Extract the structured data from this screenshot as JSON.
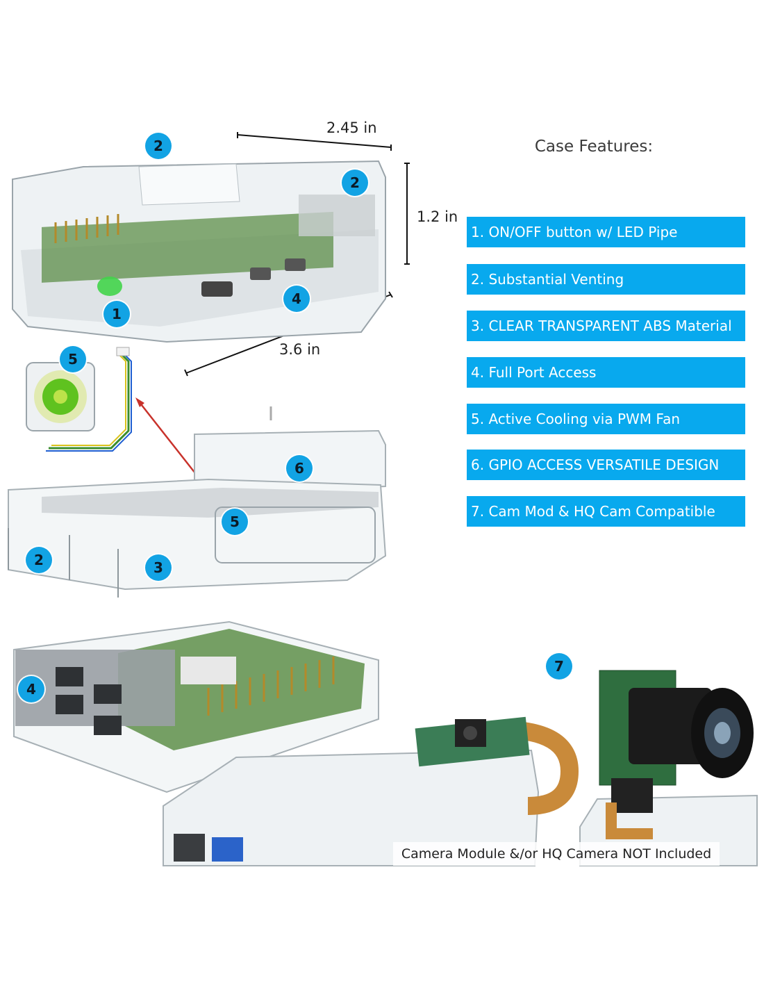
{
  "header": {
    "title": "Case Features:"
  },
  "dimensions": {
    "width": "2.45 in",
    "height": "1.2 in",
    "length": "3.6 in"
  },
  "features": [
    "1. ON/OFF button w/ LED Pipe",
    "2. Substantial Venting",
    "3. CLEAR TRANSPARENT ABS Material",
    "4. Full Port Access",
    "5. Active Cooling via PWM Fan",
    "6. GPIO ACCESS VERSATILE DESIGN",
    "7. Cam Mod & HQ Cam Compatible"
  ],
  "callouts": {
    "top_vent": "2",
    "side_vent": "2",
    "power": "1",
    "ports": "4",
    "fan": "5",
    "fan_mount": "5",
    "gpio_lid": "6",
    "lower_vent": "2",
    "material": "3",
    "port_side": "4",
    "camera": "7"
  },
  "caption": "Camera Module &/or HQ Camera NOT Included",
  "colors": {
    "feature_bg": "#08a9ee",
    "badge": "#12a3e4",
    "board": "#5e8f4a",
    "led": "#43d44a"
  },
  "icons": [
    "case-illustration",
    "fan-illustration",
    "camera-illustration"
  ]
}
